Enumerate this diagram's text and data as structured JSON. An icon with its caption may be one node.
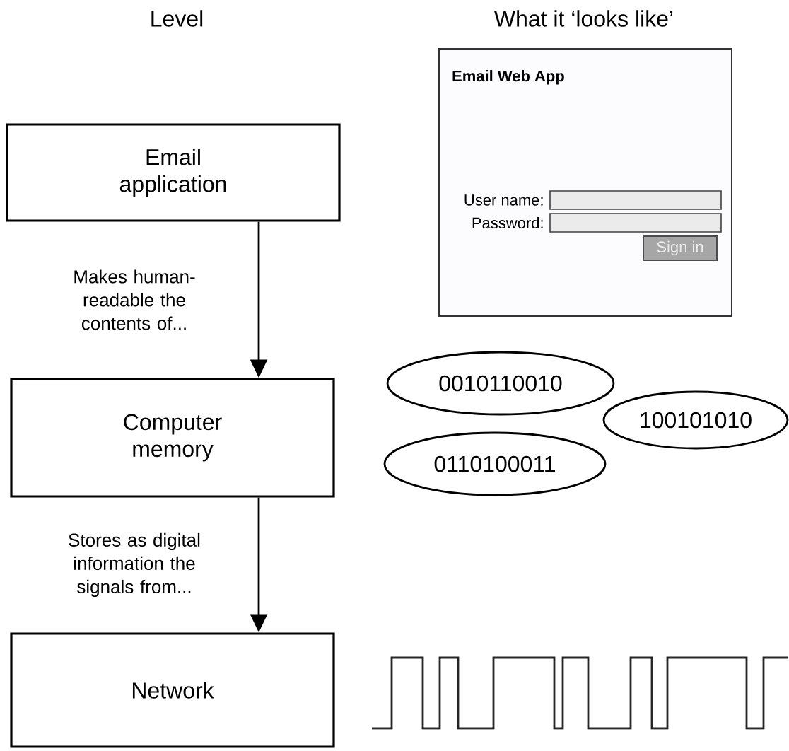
{
  "diagram": {
    "nodes": [
      {
        "text": [
          "Email application"
        ]
      },
      {
        "text": [
          "Computer memory"
        ]
      },
      {
        "text": [
          "Network"
        ]
      },
      {
        "text": [
          "Email Web App"
        ]
      },
      {
        "text": [],
        "shape": "box",
        "in": 3
      },
      {
        "text": [],
        "shape": "box",
        "in": 3
      },
      {
        "text": [
          "Sign in"
        ],
        "in": 3
      },
      {
        "text": [
          "0010110010"
        ]
      },
      {
        "text": [
          "100101010"
        ]
      },
      {
        "text": [
          "0110100011"
        ]
      }
    ],
    "edges": [
      {
        "from": 0,
        "to": 1,
        "arrow": "to",
        "label": "Makes human-readable the contents of..."
      },
      {
        "from": 1,
        "to": 2,
        "arrow": "to",
        "label": "Stores as digital information the signals from..."
      }
    ],
    "labels": [
      "Level",
      "What it ‘looks like’",
      "User name:",
      "Password:"
    ]
  }
}
